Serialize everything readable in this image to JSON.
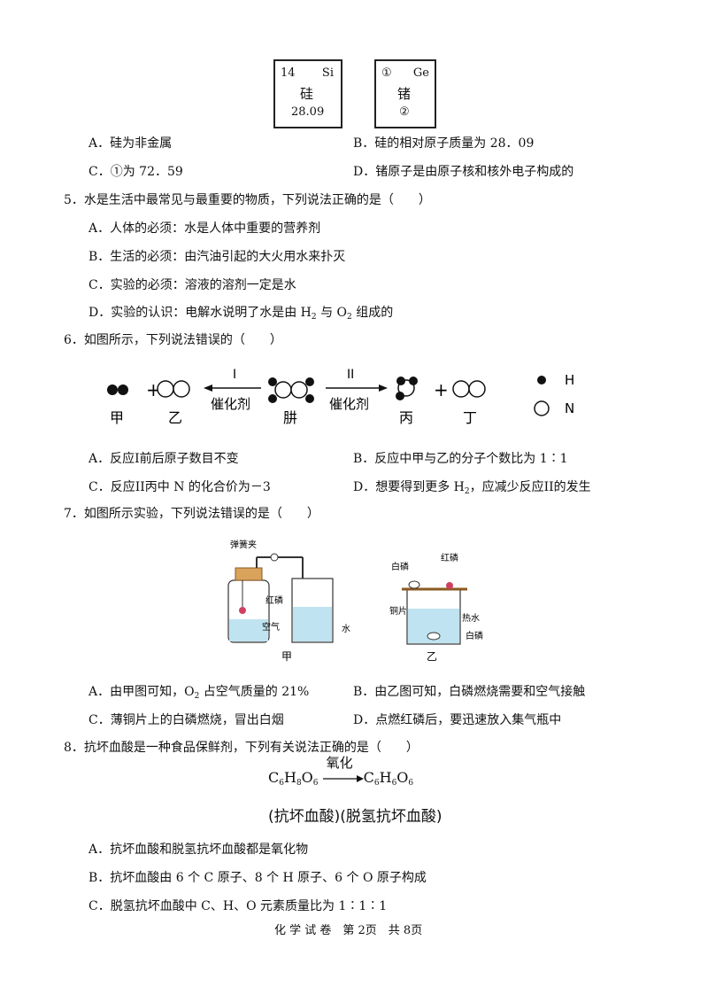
{
  "elements": {
    "si": {
      "number": "14",
      "symbol": "Si",
      "name": "硅",
      "mass": "28.09"
    },
    "ge": {
      "number": "①",
      "symbol": "Ge",
      "name": "锗",
      "mass": "②"
    }
  },
  "q4": {
    "A": "A．硅为非金属",
    "B": "B．硅的相对原子质量为 28．09",
    "C": "C．①为 72．59",
    "D": "D．锗原子是由原子核和核外电子构成的"
  },
  "q5": {
    "stem": "5．水是生活中最常见与最重要的物质，下列说法正确的是（　　）",
    "A": "A．人体的必须：水是人体中重要的营养剂",
    "B": "B．生活的必须：由汽油引起的大火用水来扑灭",
    "C": "C．实验的必须：溶液的溶剂一定是水",
    "D_pre": "D．实验的认识：电解水说明了水是由 H",
    "D_sub1": "2",
    "D_mid": " 与 O",
    "D_sub2": "2",
    "D_post": " 组成的"
  },
  "q6": {
    "stem": "6．如图所示，下列说法错误的（　　）",
    "labels": {
      "jia": "甲",
      "yi": "乙",
      "jing": "肼",
      "bing": "丙",
      "ding": "丁",
      "r1": "I",
      "r2": "II",
      "cat1": "催化剂",
      "cat2": "催化剂",
      "legendH": "H",
      "legendN": "N",
      "plus": "+"
    },
    "A": "A．反应Ⅰ前后原子数目不变",
    "B": "B．反应中甲与乙的分子个数比为 1∶1",
    "C": "C．反应II丙中 N 的化合价为－3",
    "D_pre": "D．想要得到更多 H",
    "D_sub": "2",
    "D_post": "，应减少反应II的发生"
  },
  "q7": {
    "stem": "7．如图所示实验，下列说法错误的是（　　）",
    "fig": {
      "clip": "弹簧夹",
      "redP1": "红磷",
      "air": "空气",
      "water": "水",
      "jia": "甲",
      "whiteP1": "白磷",
      "redP2": "红磷",
      "copper": "铜片",
      "hotWater": "热水",
      "whiteP2": "白磷",
      "yi": "乙"
    },
    "A_pre": "A．由甲图可知，O",
    "A_sub": "2",
    "A_post": " 占空气质量的 21%",
    "B": "B．由乙图可知，白磷燃烧需要和空气接触",
    "C": "C．薄铜片上的白磷燃烧，冒出白烟",
    "D": "D．点燃红磷后，要迅速放入集气瓶中"
  },
  "q8": {
    "stem": "8．抗坏血酸是一种食品保鲜剂，下列有关说法正确的是（　　）",
    "eq_left": "C",
    "eq_arrow": "氧化",
    "eq_right": "C",
    "name_left": "(抗坏血酸)",
    "name_right": "(脱氢抗坏血酸)",
    "A": "A．抗坏血酸和脱氢抗坏血酸都是氧化物",
    "B": "B．抗坏血酸由 6 个 C 原子、8 个 H 原子、6 个 O 原子构成",
    "C": "C．脱氢抗坏血酸中 C、H、O 元素质量比为 1∶1∶1"
  },
  "footer": "化 学 试 卷　第 2页　共 8页"
}
